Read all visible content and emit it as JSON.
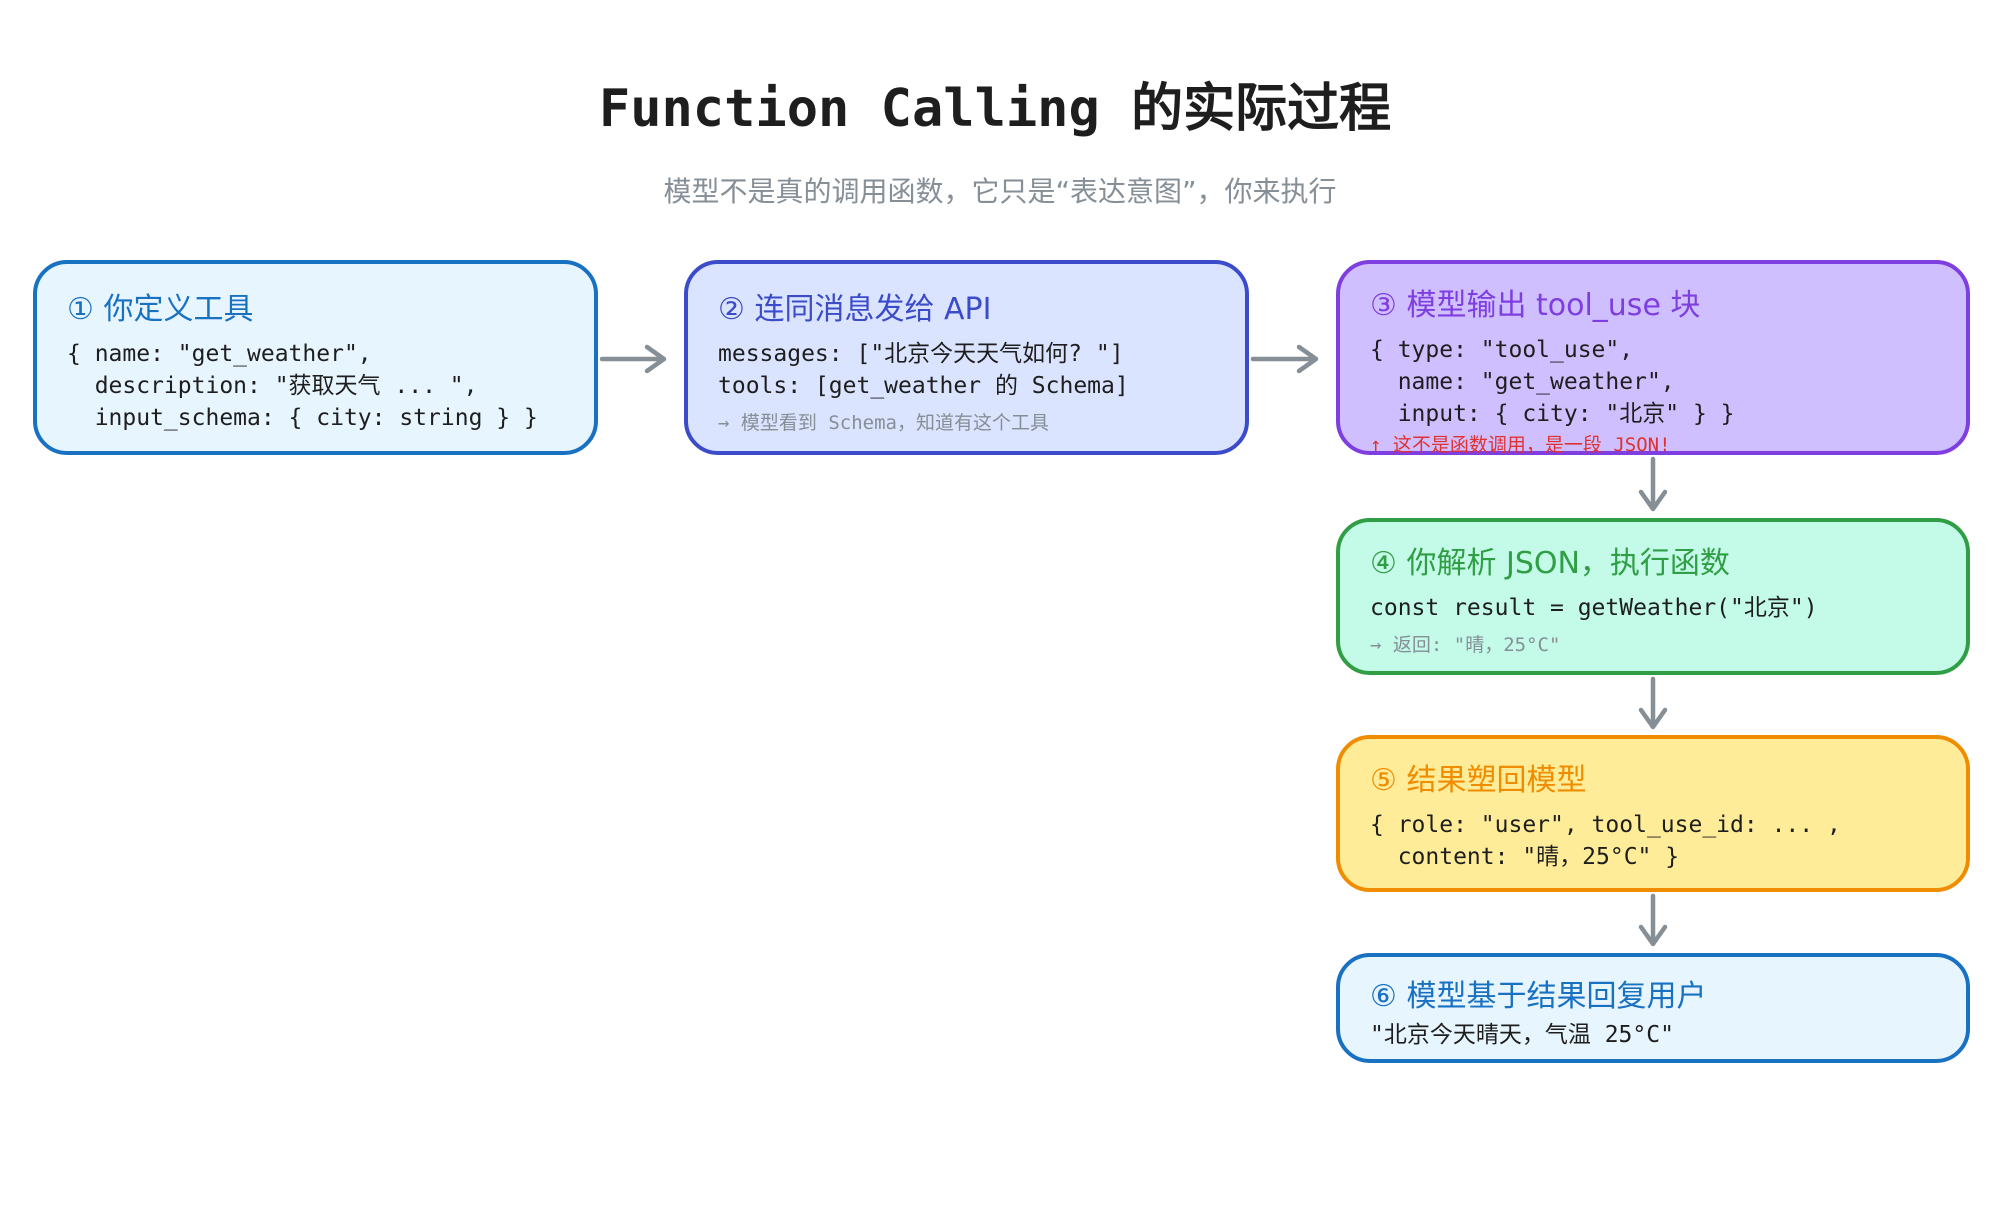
{
  "title": "Function Calling 的实际过程",
  "subtitle": "模型不是真的调用函数，它只是“表达意图”，你来执行",
  "steps": [
    {
      "marker": "①",
      "title": "你定义工具",
      "lines": [
        "{ name: \"get_weather\",",
        "  description: \"获取天气 ... \",",
        "  input_schema: { city: string } }"
      ]
    },
    {
      "marker": "②",
      "title": "连同消息发给 API",
      "lines": [
        "messages: [\"北京今天天气如何? \"]",
        "tools: [get_weather 的 Schema]"
      ],
      "note": "→ 模型看到 Schema，知道有这个工具"
    },
    {
      "marker": "③",
      "title": "模型输出 tool_use 块",
      "lines": [
        "{ type: \"tool_use\",",
        "  name: \"get_weather\",",
        "  input: { city: \"北京\" } }"
      ],
      "warning": "↑ 这不是函数调用，是一段 JSON!"
    },
    {
      "marker": "④",
      "title": "你解析 JSON，执行函数",
      "lines": [
        "const result = getWeather(\"北京\")"
      ],
      "note": "→ 返回: \"晴，25°C\""
    },
    {
      "marker": "⑤",
      "title": "结果塑回模型",
      "lines": [
        "{ role: \"user\", tool_use_id: ... ,",
        "  content: \"晴，25°C\" }"
      ]
    },
    {
      "marker": "⑥",
      "title": "模型基于结果回复用户",
      "lines": [
        "\"北京今天晴天，气温 25°C\""
      ]
    }
  ],
  "colors": {
    "step1": "#1971c2",
    "step2": "#3b4bc9",
    "step3": "#7e3ee0",
    "step4": "#2f9e44",
    "step5": "#f08c00",
    "step6": "#1971c2",
    "arrow": "#868e96",
    "warning": "#e03131"
  }
}
